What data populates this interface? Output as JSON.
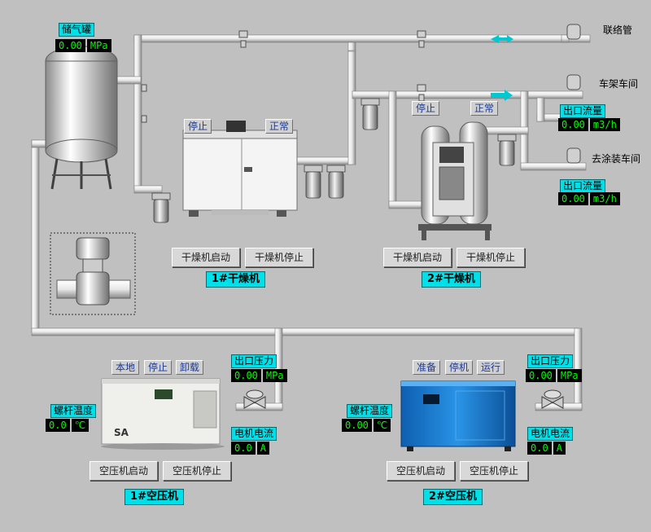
{
  "tank": {
    "label": "储气罐",
    "pressure": "0.00",
    "unit": "MPa"
  },
  "destinations": {
    "link": "联络管",
    "frame": "车架车间",
    "paint": "去涂装车间"
  },
  "flow1": {
    "label": "出口流量",
    "value": "0.00",
    "unit": "m3/h"
  },
  "flow2": {
    "label": "出口流量",
    "value": "0.00",
    "unit": "m3/h"
  },
  "dryer1": {
    "status_stop": "停止",
    "status_normal": "正常",
    "start_label": "干燥机启动",
    "stop_label": "干燥机停止",
    "title": "1#干燥机"
  },
  "dryer2": {
    "status_stop": "停止",
    "status_normal": "正常",
    "start_label": "干燥机启动",
    "stop_label": "干燥机停止",
    "title": "2#干燥机"
  },
  "comp1": {
    "states": [
      "本地",
      "停止",
      "卸载"
    ],
    "outlet_label": "出口压力",
    "outlet_value": "0.00",
    "outlet_unit": "MPa",
    "screw_label": "螺杆温度",
    "screw_value": "0.0",
    "screw_unit": "℃",
    "motor_label": "电机电流",
    "motor_value": "0.0",
    "motor_unit": "A",
    "start_label": "空压机启动",
    "stop_label": "空压机停止",
    "title": "1#空压机"
  },
  "comp2": {
    "states": [
      "准备",
      "停机",
      "运行"
    ],
    "outlet_label": "出口压力",
    "outlet_value": "0.00",
    "outlet_unit": "MPa",
    "screw_label": "螺杆温度",
    "screw_value": "0.00",
    "screw_unit": "℃",
    "motor_label": "电机电流",
    "motor_value": "0.0",
    "motor_unit": "A",
    "start_label": "空压机启动",
    "stop_label": "空压机停止",
    "title": "2#空压机"
  },
  "colors": {
    "background": "#c0c0c0",
    "label_bg": "#00e0e8",
    "readout_fg": "#00ff00",
    "arrow": "#00c8d0",
    "comp2_body": "#1a7fd0"
  }
}
